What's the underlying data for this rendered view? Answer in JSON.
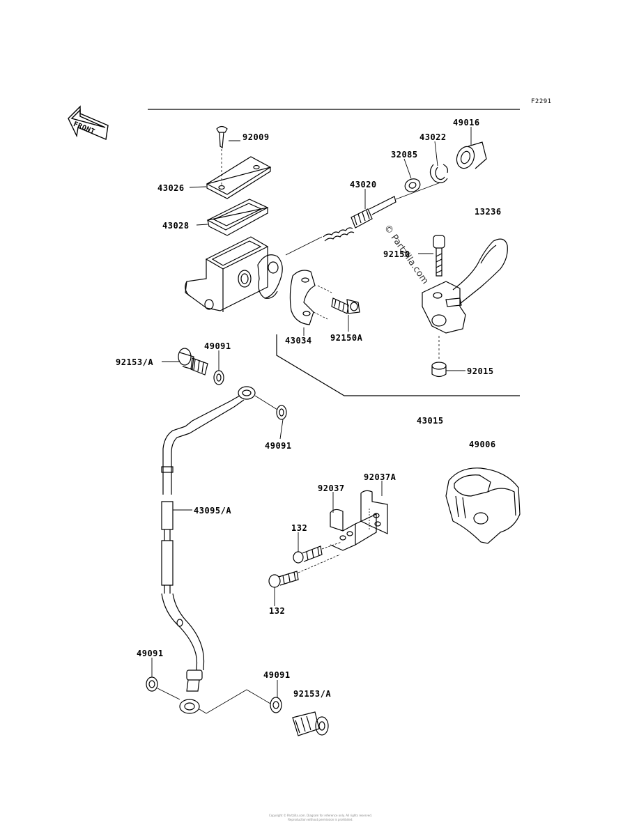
{
  "diagram": {
    "figure_code": "F2291",
    "front_label": "FRONT",
    "watermark": "© Partzilla.com",
    "parts": [
      {
        "id": "92009"
      },
      {
        "id": "43026"
      },
      {
        "id": "43028"
      },
      {
        "id": "43020"
      },
      {
        "id": "32085"
      },
      {
        "id": "43022"
      },
      {
        "id": "49016"
      },
      {
        "id": "13236"
      },
      {
        "id": "92150"
      },
      {
        "id": "43034"
      },
      {
        "id": "92150A"
      },
      {
        "id": "92015"
      },
      {
        "id": "92153/A"
      },
      {
        "id": "49091"
      },
      {
        "id": "49091"
      },
      {
        "id": "43015"
      },
      {
        "id": "49006"
      },
      {
        "id": "92037"
      },
      {
        "id": "92037A"
      },
      {
        "id": "132"
      },
      {
        "id": "43095/A"
      },
      {
        "id": "132"
      },
      {
        "id": "49091"
      },
      {
        "id": "49091"
      },
      {
        "id": "92153/A"
      }
    ],
    "footer_lines": [
      "Copyright © Partzilla.com. Diagram for reference only. All rights reserved.",
      "Reproduction without permission is prohibited."
    ]
  }
}
